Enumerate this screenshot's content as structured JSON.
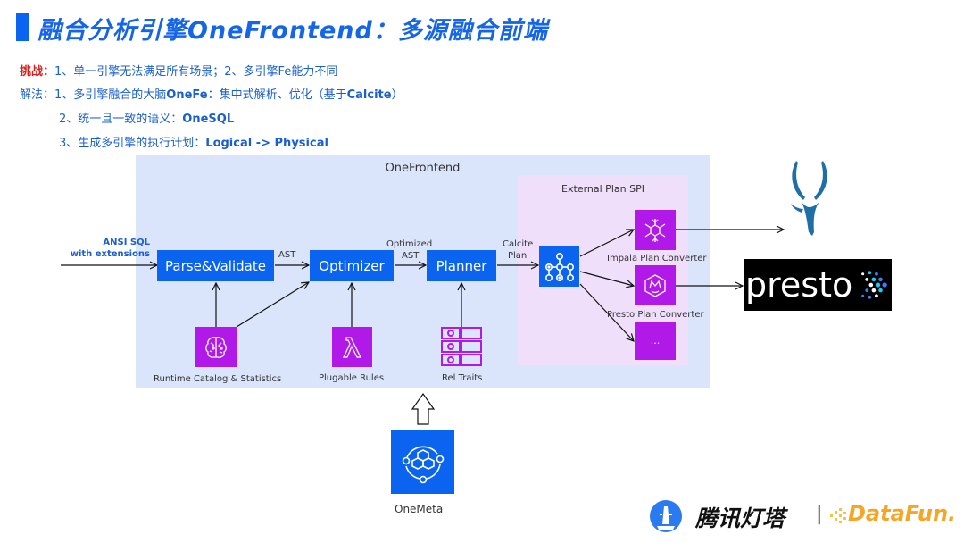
{
  "title": "融合分析引擎OneFrontend：多源融合前端",
  "bullets": {
    "challenge_label": "挑战：",
    "challenge_text": "1、单一引擎无法满足所有场景；2、多引擎Fe能力不同",
    "solution_label": "解法：",
    "solution_1_prefix": "1、多引擎融合的大脑",
    "solution_1_bold": "OneFe",
    "solution_1_mid": "：集中式解析、优化（基于",
    "solution_1_bold2": "Calcite",
    "solution_1_suffix": "）",
    "solution_2_prefix": "2、统一且一致的语义：",
    "solution_2_bold": "OneSQL",
    "solution_3_prefix": "3、生成多引擎的执行计划：",
    "solution_3_bold": "Logical -> Physical"
  },
  "diagram": {
    "frontend_label": "OneFrontend",
    "spi_label": "External Plan SPI",
    "input_label_line1": "ANSI SQL",
    "input_label_line2": "with extensions",
    "boxes": {
      "parse": "Parse&Validate",
      "optimizer": "Optimizer",
      "planner": "Planner"
    },
    "edge_labels": {
      "ast": "AST",
      "optimized_ast_1": "Optimized",
      "optimized_ast_2": "AST",
      "calcite_plan_1": "Calcite",
      "calcite_plan_2": "Plan"
    },
    "components": {
      "catalog": "Runtime Catalog & Statistics",
      "rules": "Plugable Rules",
      "traits": "Rel Traits",
      "onemeta": "OneMeta"
    },
    "converters": {
      "impala": "Impala Plan Converter",
      "presto": "Presto Plan Converter",
      "more": "..."
    },
    "engines": {
      "presto_logo_text": "presto"
    }
  },
  "footer": {
    "tencent_logo": "腾讯灯塔",
    "separator": "|",
    "datafun_logo": "DataFun."
  },
  "colors": {
    "primary_blue": "#0a64f0",
    "purple": "#b019e8",
    "frontend_bg": "#dae4fa",
    "spi_bg": "#f0dffa",
    "challenge_red": "#d81e1e"
  }
}
